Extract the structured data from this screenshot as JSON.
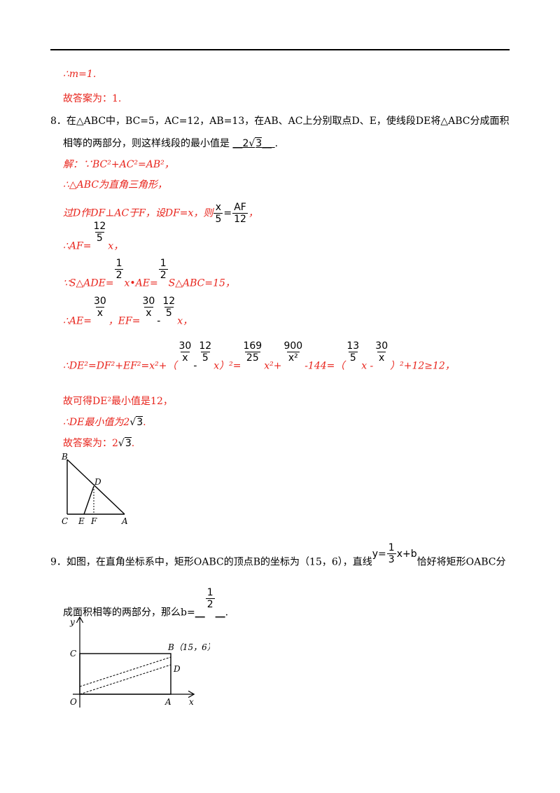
{
  "lines": {
    "m_result": "∴m=1.",
    "answer7": "故答案为：1.",
    "q8_a": "8．在△ABC中，BC=5，AC=12，AB=13，在AB、AC上分别取点D、E，使线段DE将△ABC分成面积",
    "q8_b": "相等的两部分，则这样线段的最小值是",
    "sol_1": "解：∵BC²+AC²=AB²，",
    "sol_2": "∴△ABC为直角三角形，",
    "sol_3": "过D作DF⊥AC于F，设DF=x，则",
    "sol_4": "∴AF=",
    "sol_5a": "∵S△ADE=",
    "sol_5b": "x•AE=",
    "sol_5c": "S△ABC=15，",
    "sol_6a": "∴AE=",
    "sol_6b": "，EF=",
    "sol_6c": "x，",
    "sol_7a": "∴DE²=DF²+EF²=x²+（",
    "sol_7b": "x）²=",
    "sol_7c": "x²+",
    "sol_7d": "-144=（",
    "sol_7e": "x -",
    "sol_7f": "）²+12≥12，",
    "sol_8": "故可得DE²最小值是12，",
    "sol_9": "∴DE最小值为2",
    "sol_10": "故答案为：2",
    "q9_a": "9．如图，在直角坐标系中，矩形OABC的顶点B的坐标为（15，6），直线",
    "q9_b": "恰好将矩形OABC分",
    "q9_c": "成面积相等的两部分，那么b=",
    "answer8_coef": "2",
    "radicand": "3",
    "minus": "-",
    "period": ".",
    "underscore": "__",
    "y_eq": "y=",
    "x_plus_b": "x+b"
  },
  "fractions": {
    "x_5": [
      "x",
      "5"
    ],
    "af_12": [
      "AF",
      "12"
    ],
    "f12_5": [
      "12",
      "5"
    ],
    "half": [
      "1",
      "2"
    ],
    "f30_x": [
      "30",
      "x"
    ],
    "f169_25": [
      "169",
      "25"
    ],
    "f900_x2": [
      "900",
      "x²"
    ],
    "f13_5": [
      "13",
      "5"
    ],
    "f1_3": [
      "1",
      "3"
    ]
  },
  "fig1": {
    "B": "B",
    "C": "C",
    "E": "E",
    "F": "F",
    "A": "A",
    "D": "D"
  },
  "fig2": {
    "y": "y",
    "x": "x",
    "C": "C",
    "B": "B（15，6）",
    "D": "D",
    "O": "O",
    "A": "A"
  }
}
